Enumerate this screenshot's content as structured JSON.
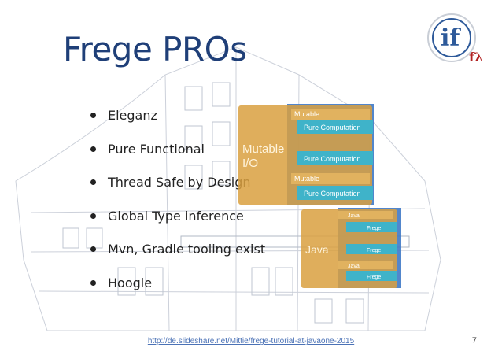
{
  "slide": {
    "title": "Frege PROs",
    "bullets": [
      "Eleganz",
      "Pure Functional",
      "Thread Safe by Design",
      "Global Type inference",
      "Mvn, Gradle tooling exist",
      "Hoogle"
    ],
    "source_link": "http://de.slideshare.net/Mittie/frege-tutorial-at-javaone-2015",
    "page_number": "7"
  },
  "diagram_top": {
    "outer_label": "Mutable\nI/O",
    "inner_labels": [
      "Mutable",
      "Mutable"
    ],
    "pure_labels": [
      "Pure Computation",
      "Pure Computation",
      "Pure Computation"
    ]
  },
  "diagram_bottom": {
    "outer_label": "Java",
    "inner_labels": [
      "Java",
      "Java"
    ],
    "frege_labels": [
      "Frege",
      "Frege",
      "Frege"
    ]
  },
  "logo": {
    "text": "if",
    "subtext": "fλ"
  },
  "colors": {
    "title": "#1f3f78",
    "orange": "#d9a040",
    "blue": "#3f79c6",
    "teal": "#3fb3c9",
    "link": "#4b72b6"
  }
}
